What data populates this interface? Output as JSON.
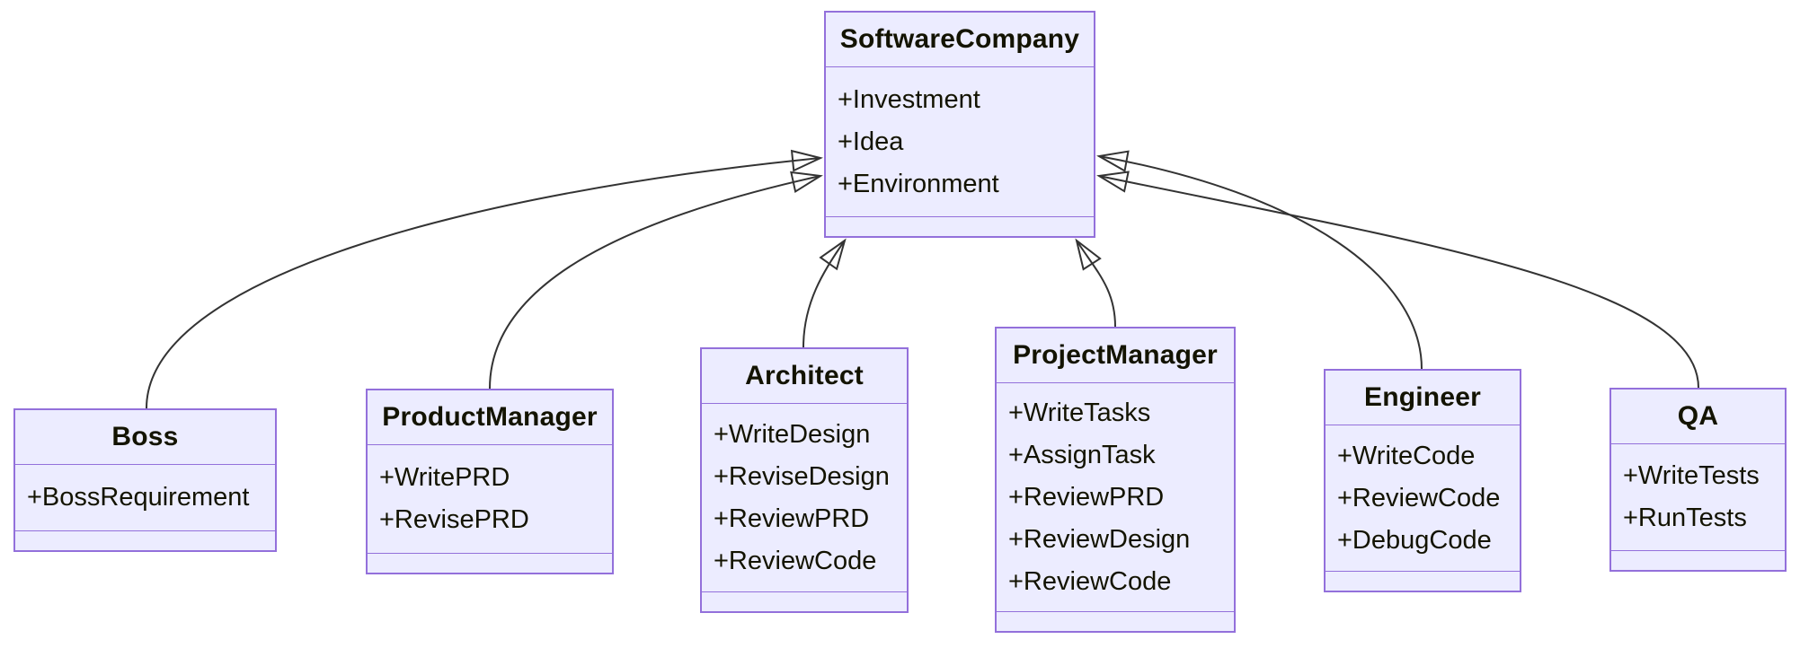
{
  "diagram": {
    "kind": "uml-class-diagram",
    "colors": {
      "background": "#FFFFFF",
      "class_fill": "#ECECFF",
      "class_border": "#9370DB",
      "edge_line": "#333333",
      "text": "#131300"
    },
    "classes": [
      {
        "name": "SoftwareCompany",
        "attributes": [
          "+Investment",
          "+Idea",
          "+Environment"
        ],
        "methods": []
      },
      {
        "name": "Boss",
        "attributes": [
          "+BossRequirement"
        ],
        "methods": []
      },
      {
        "name": "ProductManager",
        "attributes": [
          "+WritePRD",
          "+RevisePRD"
        ],
        "methods": []
      },
      {
        "name": "Architect",
        "attributes": [
          "+WriteDesign",
          "+ReviseDesign",
          "+ReviewPRD",
          "+ReviewCode"
        ],
        "methods": []
      },
      {
        "name": "ProjectManager",
        "attributes": [
          "+WriteTasks",
          "+AssignTask",
          "+ReviewPRD",
          "+ReviewDesign",
          "+ReviewCode"
        ],
        "methods": []
      },
      {
        "name": "Engineer",
        "attributes": [
          "+WriteCode",
          "+ReviewCode",
          "+DebugCode"
        ],
        "methods": []
      },
      {
        "name": "QA",
        "attributes": [
          "+WriteTests",
          "+RunTests"
        ],
        "methods": []
      }
    ],
    "relationships": [
      {
        "from": "Boss",
        "to": "SoftwareCompany",
        "type": "inheritance",
        "arrowhead": "hollow-triangle"
      },
      {
        "from": "ProductManager",
        "to": "SoftwareCompany",
        "type": "inheritance",
        "arrowhead": "hollow-triangle"
      },
      {
        "from": "Architect",
        "to": "SoftwareCompany",
        "type": "inheritance",
        "arrowhead": "hollow-triangle"
      },
      {
        "from": "ProjectManager",
        "to": "SoftwareCompany",
        "type": "inheritance",
        "arrowhead": "hollow-triangle"
      },
      {
        "from": "Engineer",
        "to": "SoftwareCompany",
        "type": "inheritance",
        "arrowhead": "hollow-triangle"
      },
      {
        "from": "QA",
        "to": "SoftwareCompany",
        "type": "inheritance",
        "arrowhead": "hollow-triangle"
      }
    ]
  }
}
